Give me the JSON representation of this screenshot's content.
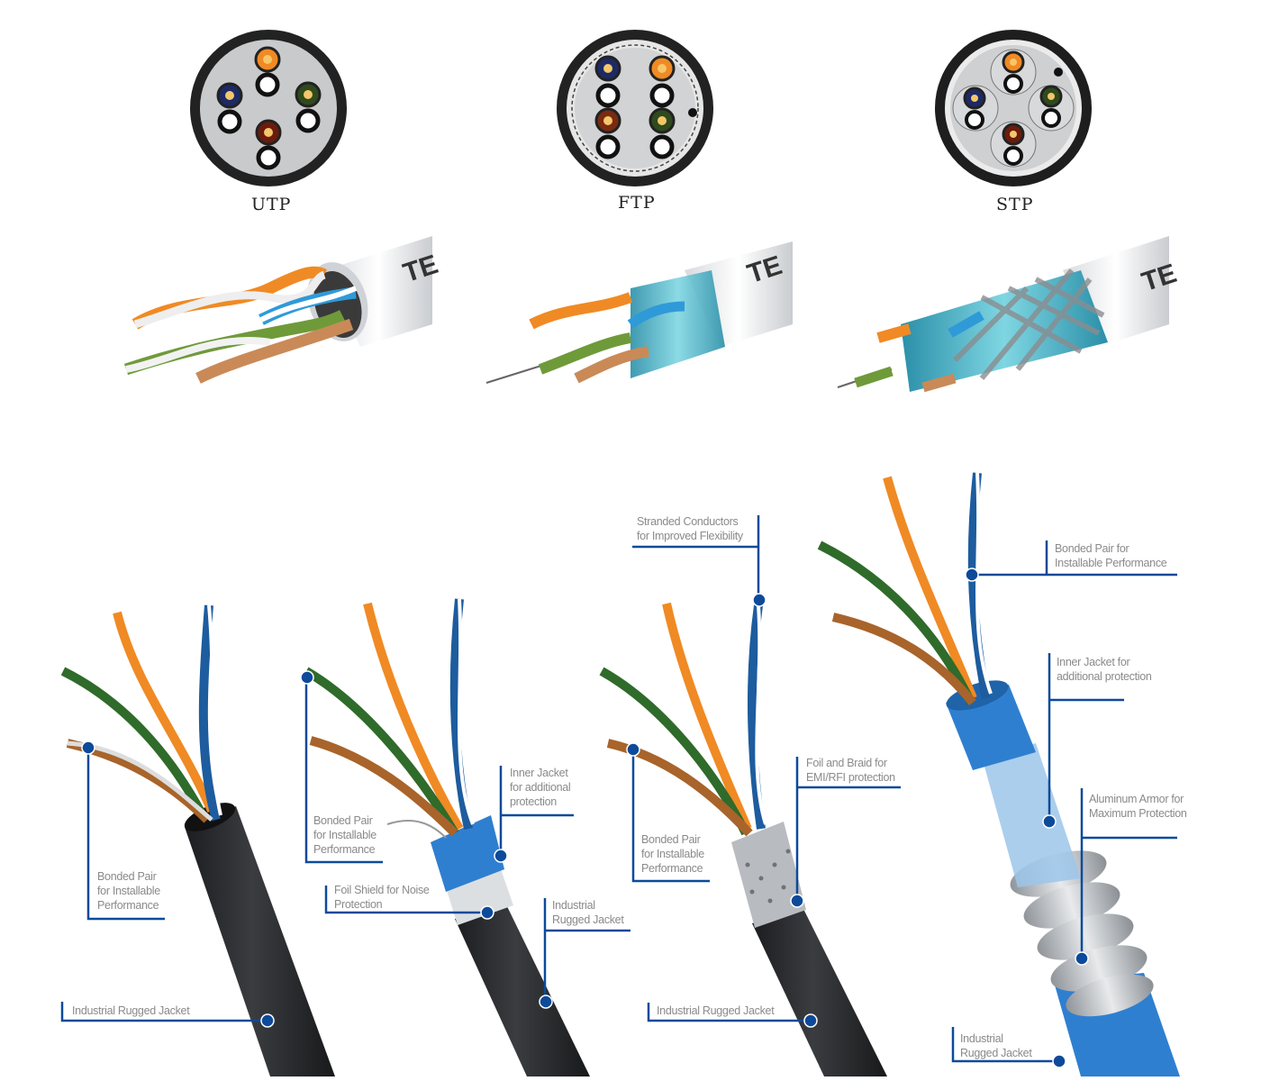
{
  "cross_sections": [
    {
      "label": "UTP"
    },
    {
      "label": "FTP"
    },
    {
      "label": "STP"
    }
  ],
  "jacket_print": "TE",
  "colors": {
    "callout_blue": "#0d4a9a",
    "jacket_black": "#2a2b2e",
    "inner_jacket_blue": "#2f7fd0",
    "orange": "#f08a24",
    "green": "#2f6b2a",
    "brown": "#a8642a",
    "blue_pair": "#1d5c9e",
    "foil": "#4fb6c8"
  },
  "callouts": {
    "cable1": {
      "bonded_pair": [
        "Bonded Pair",
        "for Installable",
        "Performance"
      ],
      "jacket": [
        "Industrial Rugged Jacket"
      ]
    },
    "cable2": {
      "bonded_pair": [
        "Bonded Pair",
        "for Installable",
        "Performance"
      ],
      "inner_jacket": [
        "Inner Jacket",
        "for additional",
        "protection"
      ],
      "foil_shield": [
        "Foil Shield for Noise",
        "Protection"
      ],
      "jacket": [
        "Industrial",
        "Rugged Jacket"
      ]
    },
    "cable3": {
      "stranded": [
        "Stranded Conductors",
        "for Improved Flexibility"
      ],
      "bonded_pair": [
        "Bonded Pair",
        "for Installable",
        "Performance"
      ],
      "foil_braid": [
        "Foil and Braid for",
        "EMI/RFI protection"
      ],
      "jacket": [
        "Industrial Rugged Jacket"
      ]
    },
    "cable4": {
      "bonded_pair": [
        "Bonded Pair for",
        "Installable Performance"
      ],
      "inner_jacket": [
        "Inner Jacket for",
        "additional protection"
      ],
      "armor": [
        "Aluminum Armor for",
        "Maximum Protection"
      ],
      "jacket": [
        "Industrial",
        "Rugged Jacket"
      ]
    }
  }
}
